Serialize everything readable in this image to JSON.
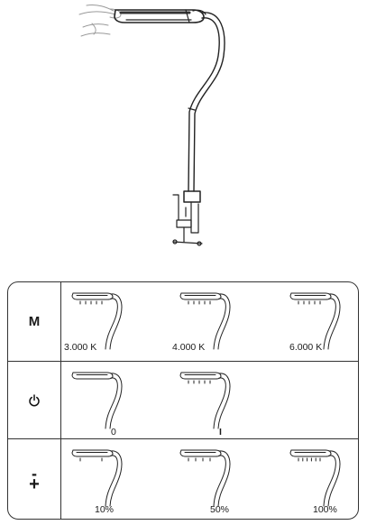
{
  "rows": [
    {
      "key": "M",
      "key_icon": "mode-letter",
      "settings": [
        {
          "label": "3.000 K",
          "light_lines": 5
        },
        {
          "label": "4.000 K",
          "light_lines": 5
        },
        {
          "label": "6.000 K",
          "light_lines": 5
        }
      ]
    },
    {
      "key": "",
      "key_icon": "power-icon",
      "settings": [
        {
          "label": "0",
          "light_lines": 0
        },
        {
          "label": "I",
          "light_lines": 5
        }
      ]
    },
    {
      "key_minus": "-",
      "key_plus": "+",
      "key_icon": "minus-plus-icon",
      "settings": [
        {
          "label": "10%",
          "light_lines": 2
        },
        {
          "label": "50%",
          "light_lines": 4
        },
        {
          "label": "100%",
          "light_lines": 6
        }
      ]
    }
  ]
}
